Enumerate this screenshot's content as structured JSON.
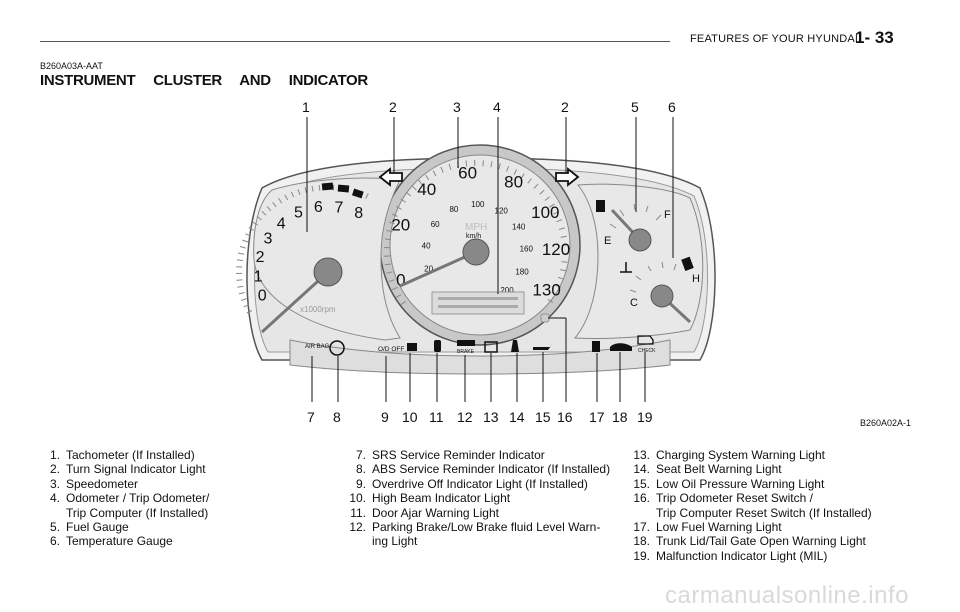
{
  "header": {
    "section": "FEATURES OF YOUR HYUNDAI",
    "page": "1- 33"
  },
  "doc_code": "B260A03A-AAT",
  "title": "INSTRUMENT CLUSTER AND INDICATOR",
  "figure": {
    "code": "B260A02A-1",
    "top_callouts": [
      "1",
      "2",
      "3",
      "4",
      "2",
      "5",
      "6"
    ],
    "bottom_callouts": [
      "7",
      "8",
      "9",
      "10",
      "11",
      "12",
      "13",
      "14",
      "15",
      "16",
      "17",
      "18",
      "19"
    ],
    "tach_labels": [
      "0",
      "1",
      "2",
      "3",
      "4",
      "5",
      "6",
      "7",
      "8"
    ],
    "tach_unit": "x1000rpm",
    "speed_mph": [
      "0",
      "20",
      "40",
      "60",
      "80",
      "100",
      "120",
      "130"
    ],
    "speed_kmh": [
      "20",
      "40",
      "60",
      "80",
      "100",
      "120",
      "140",
      "160",
      "180",
      "200"
    ],
    "speed_unit_mph": "MPH",
    "speed_unit_kmh": "km/h",
    "fuel_labels": [
      "E",
      "F"
    ],
    "temp_labels": [
      "C",
      "H"
    ],
    "indicator_labels": {
      "airbag": "AIR BAG",
      "od_off": "O/D OFF",
      "brake": "BRAKE",
      "check": "CHECK"
    },
    "colors": {
      "cluster_face": "#ececec",
      "bezel": "#9a9a9a",
      "needle": "#777777",
      "ink": "#111111"
    }
  },
  "legend": {
    "col1": [
      {
        "num": "1.",
        "lines": [
          "Tachometer (If Installed)"
        ]
      },
      {
        "num": "2.",
        "lines": [
          "Turn Signal Indicator Light"
        ]
      },
      {
        "num": "3.",
        "lines": [
          "Speedometer"
        ]
      },
      {
        "num": "4.",
        "lines": [
          "Odometer / Trip Odometer/",
          "Trip Computer (If Installed)"
        ]
      },
      {
        "num": "5.",
        "lines": [
          "Fuel Gauge"
        ]
      },
      {
        "num": "6.",
        "lines": [
          "Temperature Gauge"
        ]
      }
    ],
    "col2": [
      {
        "num": "7.",
        "lines": [
          "SRS Service Reminder Indicator"
        ]
      },
      {
        "num": "8.",
        "lines": [
          "ABS Service Reminder Indicator (If Installed)"
        ]
      },
      {
        "num": "9.",
        "lines": [
          "Overdrive Off Indicator Light (If Installed)"
        ]
      },
      {
        "num": "10.",
        "lines": [
          "High Beam Indicator Light"
        ]
      },
      {
        "num": "11.",
        "lines": [
          "Door Ajar Warning Light"
        ]
      },
      {
        "num": "12.",
        "lines": [
          "Parking Brake/Low Brake fluid Level Warn-",
          "ing Light"
        ]
      }
    ],
    "col3": [
      {
        "num": "13.",
        "lines": [
          "Charging System Warning Light"
        ]
      },
      {
        "num": "14.",
        "lines": [
          "Seat Belt Warning Light"
        ]
      },
      {
        "num": "15.",
        "lines": [
          "Low Oil Pressure Warning Light"
        ]
      },
      {
        "num": "16.",
        "lines": [
          "Trip Odometer Reset Switch /",
          "Trip Computer Reset Switch (If Installed)"
        ]
      },
      {
        "num": "17.",
        "lines": [
          "Low Fuel Warning Light"
        ]
      },
      {
        "num": "18.",
        "lines": [
          "Trunk Lid/Tail Gate Open Warning Light"
        ]
      },
      {
        "num": "19.",
        "lines": [
          "Malfunction Indicator Light (MIL)"
        ]
      }
    ]
  },
  "watermark": "carmanualsonline.info"
}
